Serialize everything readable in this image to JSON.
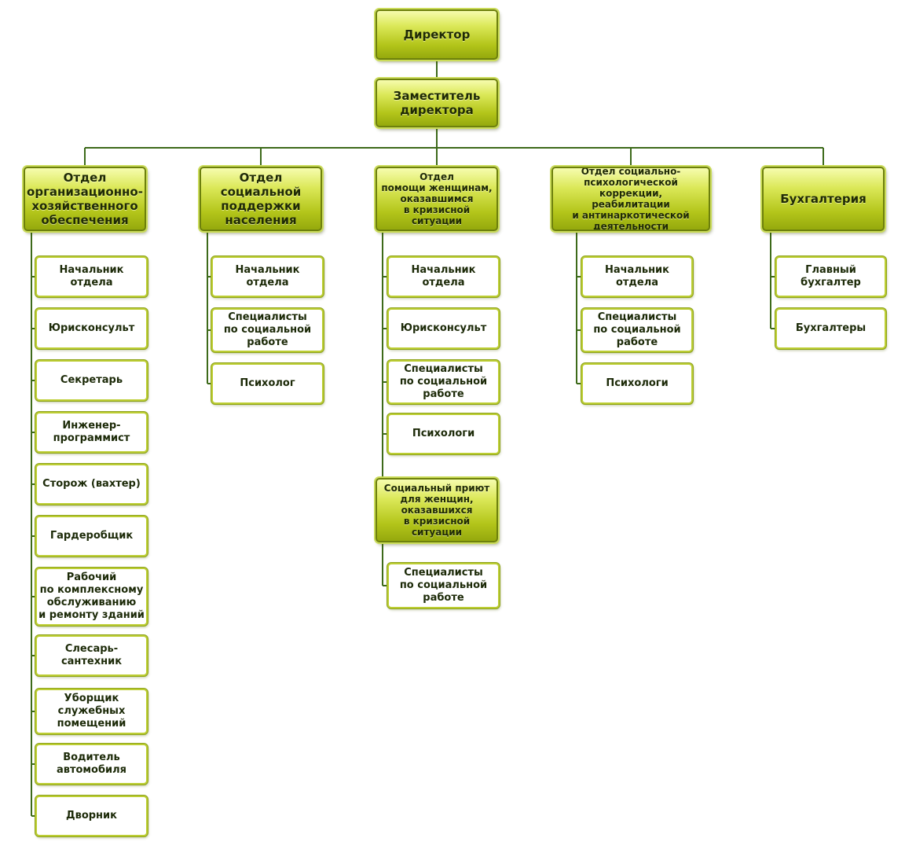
{
  "colors": {
    "connector": "#3d6a1a",
    "head_fill": "#c7d63a",
    "leaf_border": "#bccd33"
  },
  "director": "Директор",
  "deputy": "Заместитель\nдиректора",
  "departments": [
    {
      "title": "Отдел\nорганизационно-\nхозяйственного\nобеспечения",
      "staff": [
        "Начальник отдела",
        "Юрисконсульт",
        "Секретарь",
        "Инженер-\nпрограммист",
        "Сторож (вахтер)",
        "Гардеробщик",
        "Рабочий\nпо комплексному\nобслуживанию\nи ремонту зданий",
        "Слесарь-сантехник",
        "Уборщик\nслужебных\nпомещений",
        "Водитель\nавтомобиля",
        "Дворник"
      ]
    },
    {
      "title": "Отдел\nсоциальной\nподдержки\nнаселения",
      "staff": [
        "Начальник отдела",
        "Специалисты\nпо социальной\nработе",
        "Психолог"
      ]
    },
    {
      "title": "Отдел\nпомощи женщинам,\nоказавшимся\nв кризисной ситуации",
      "staff": [
        "Начальник отдела",
        "Юрисконсульт",
        "Специалисты\nпо социальной\nработе",
        "Психологи"
      ],
      "sub_unit": {
        "title": "Социальный приют\nдля женщин,\nоказавшихся\nв кризисной ситуации",
        "staff": [
          "Специалисты\nпо социальной\nработе"
        ]
      }
    },
    {
      "title": "Отдел социально-\nпсихологической коррекции,\nреабилитации\nи антинаркотической\nдеятельности",
      "staff": [
        "Начальник отдела",
        "Специалисты\nпо социальной\nработе",
        "Психологи"
      ]
    },
    {
      "title": "Бухгалтерия",
      "staff": [
        "Главный бухгалтер",
        "Бухгалтеры"
      ]
    }
  ]
}
